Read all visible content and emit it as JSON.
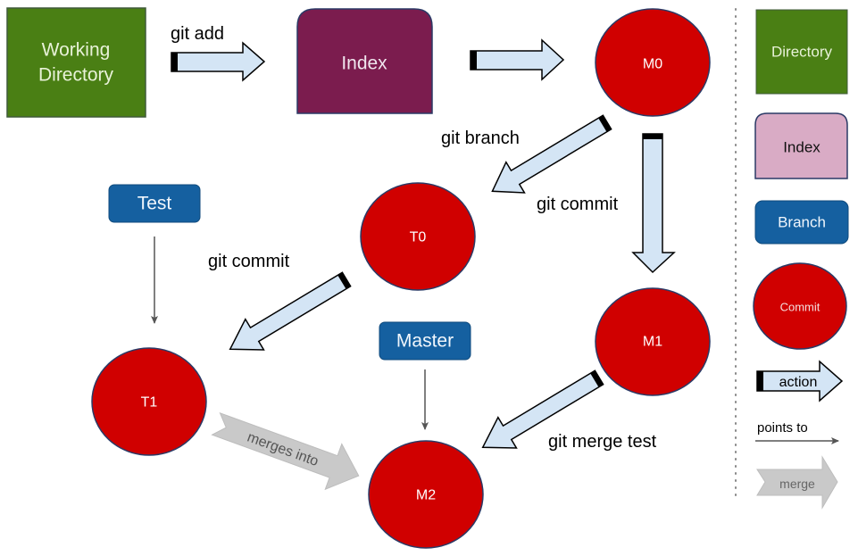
{
  "colors": {
    "directory_green": "#4a7f14",
    "index_purple": "#7b1c4e",
    "index_pink_legend": "#d9abc5",
    "branch_blue": "#1560a0",
    "commit_red": "#d00000",
    "node_border": "#2b3a66",
    "action_fill": "#d4e5f5",
    "merge_gray": "#c9c9c9",
    "pointer_gray": "#555555"
  },
  "nodes": {
    "working_directory": {
      "line1": "Working",
      "line2": "Directory"
    },
    "index": "Index",
    "commits": {
      "m0": "M0",
      "m1": "M1",
      "m2": "M2",
      "t0": "T0",
      "t1": "T1"
    },
    "branches": {
      "test": "Test",
      "master": "Master"
    }
  },
  "actions": {
    "git_add": "git add",
    "git_branch": "git branch",
    "git_commit_master": "git commit",
    "git_commit_test": "git commit",
    "git_merge_test": "git merge test",
    "merges_into": "merges into"
  },
  "legend": {
    "directory": "Directory",
    "index": "Index",
    "branch": "Branch",
    "commit": "Commit",
    "action": "action",
    "points_to": "points to",
    "merge": "merge"
  }
}
